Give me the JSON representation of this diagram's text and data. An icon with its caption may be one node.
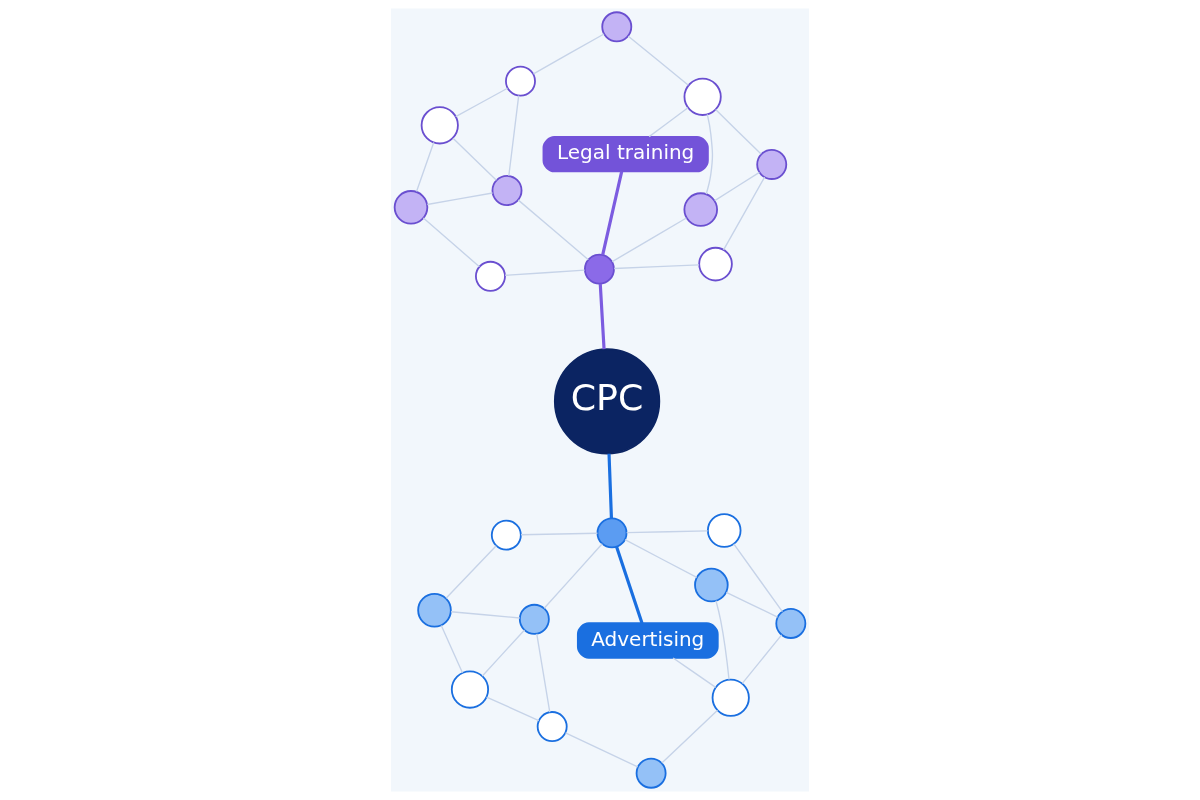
{
  "diagram": {
    "nodes": [
      {
        "text": [
          "Advertising"
        ]
      },
      {
        "text": [
          "CPC"
        ]
      },
      {
        "text": [
          "Legal training"
        ]
      },
      {
        "text": [],
        "shape": "circle"
      },
      {
        "text": [],
        "shape": "circle"
      },
      {
        "text": [],
        "shape": "circle"
      },
      {
        "text": [],
        "shape": "circle"
      },
      {
        "text": [],
        "shape": "circle"
      },
      {
        "text": [],
        "shape": "circle"
      },
      {
        "text": [],
        "shape": "circle"
      },
      {
        "text": [],
        "shape": "circle"
      },
      {
        "text": [],
        "shape": "circle"
      },
      {
        "text": [],
        "shape": "circle"
      },
      {
        "text": [],
        "shape": "circle"
      },
      {
        "text": [],
        "shape": "circle"
      },
      {
        "text": [],
        "shape": "circle"
      },
      {
        "text": [],
        "shape": "circle"
      },
      {
        "text": [],
        "shape": "circle"
      },
      {
        "text": [],
        "shape": "circle"
      },
      {
        "text": [],
        "shape": "circle"
      },
      {
        "text": [],
        "shape": "circle"
      },
      {
        "text": [],
        "shape": "circle"
      },
      {
        "text": [],
        "shape": "circle"
      },
      {
        "text": [],
        "shape": "circle"
      },
      {
        "text": [],
        "shape": "circle"
      }
    ],
    "edges": [
      {
        "from": 3,
        "to": 4,
        "arrow": "none"
      },
      {
        "from": 3,
        "to": 5,
        "arrow": "none"
      },
      {
        "from": 3,
        "to": 6,
        "arrow": "none"
      },
      {
        "from": 4,
        "to": 6,
        "arrow": "none"
      },
      {
        "from": 4,
        "to": 7,
        "arrow": "none"
      },
      {
        "from": 5,
        "to": 6,
        "arrow": "none"
      },
      {
        "from": 5,
        "to": 8,
        "arrow": "none"
      },
      {
        "from": 6,
        "to": 9,
        "arrow": "none"
      },
      {
        "from": 7,
        "to": 9,
        "arrow": "none"
      },
      {
        "from": 8,
        "to": 11,
        "arrow": "none"
      },
      {
        "from": 0,
        "to": 11,
        "arrow": "none"
      },
      {
        "from": 0,
        "to": 9,
        "arrow": "none",
        "style": "thick",
        "color": "#1a6fe0"
      },
      {
        "from": 9,
        "to": 1,
        "arrow": "none",
        "style": "thick",
        "color": "#1a6fe0"
      },
      {
        "from": 9,
        "to": 10,
        "arrow": "none"
      },
      {
        "from": 9,
        "to": 12,
        "arrow": "none"
      },
      {
        "from": 10,
        "to": 11,
        "arrow": "none"
      },
      {
        "from": 10,
        "to": 13,
        "arrow": "none"
      },
      {
        "from": 11,
        "to": 13,
        "arrow": "none"
      },
      {
        "from": 12,
        "to": 13,
        "arrow": "none"
      },
      {
        "from": 14,
        "to": 15,
        "arrow": "none"
      },
      {
        "from": 14,
        "to": 16,
        "arrow": "none"
      },
      {
        "from": 14,
        "to": 17,
        "arrow": "none"
      },
      {
        "from": 15,
        "to": 17,
        "arrow": "none"
      },
      {
        "from": 15,
        "to": 18,
        "arrow": "none"
      },
      {
        "from": 17,
        "to": 18,
        "arrow": "none"
      },
      {
        "from": 16,
        "to": 19,
        "arrow": "none"
      },
      {
        "from": 17,
        "to": 19,
        "arrow": "none"
      },
      {
        "from": 18,
        "to": 20,
        "arrow": "none"
      },
      {
        "from": 1,
        "to": 19,
        "arrow": "none",
        "style": "thick",
        "color": "#7c5ce0"
      },
      {
        "from": 19,
        "to": 2,
        "arrow": "none",
        "style": "thick",
        "color": "#7c5ce0"
      },
      {
        "from": 19,
        "to": 21,
        "arrow": "none"
      },
      {
        "from": 19,
        "to": 22,
        "arrow": "none"
      },
      {
        "from": 2,
        "to": 23,
        "arrow": "none"
      },
      {
        "from": 20,
        "to": 23,
        "arrow": "none"
      },
      {
        "from": 21,
        "to": 23,
        "arrow": "none"
      },
      {
        "from": 21,
        "to": 24,
        "arrow": "none"
      },
      {
        "from": 22,
        "to": 24,
        "arrow": "none"
      },
      {
        "from": 23,
        "to": 24,
        "arrow": "none"
      }
    ]
  }
}
